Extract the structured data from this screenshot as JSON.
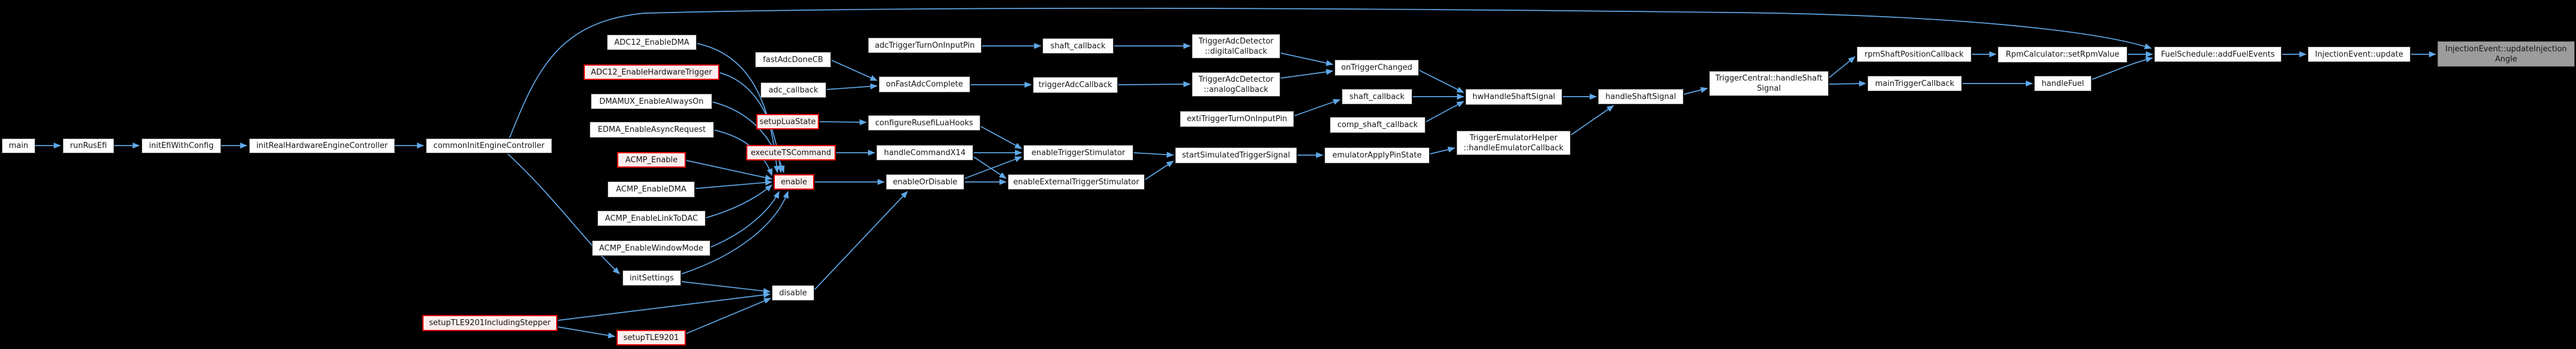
{
  "page": {
    "background": "#000000"
  },
  "colors": {
    "edge": "#5fa8e8",
    "node_fill": "#ffffff",
    "node_border": "#4d4d4d",
    "red_border": "#ee0000",
    "red_fill": "#fceeee",
    "focal_fill": "#9c9c9c",
    "text": "#151515"
  },
  "graph": {
    "type": "caller-graph",
    "focus_function": "InjectionEvent::updateInjectionAngle",
    "nodes": [
      {
        "id": "main",
        "label": "main",
        "kind": "plain"
      },
      {
        "id": "runRusEfi",
        "label": "runRusEfi",
        "kind": "plain"
      },
      {
        "id": "initEfiWithConfig",
        "label": "initEfiWithConfig",
        "kind": "plain"
      },
      {
        "id": "initRealHardwareEngineController",
        "label": "initRealHardwareEngineController",
        "kind": "plain"
      },
      {
        "id": "commonInitEngineController",
        "label": "commonInitEngineController",
        "kind": "plain"
      },
      {
        "id": "ADC12_EnableDMA",
        "label": "ADC12_EnableDMA",
        "kind": "plain"
      },
      {
        "id": "ADC12_EnableHardwareTrigger",
        "label": "ADC12_EnableHardwareTrigger",
        "kind": "red"
      },
      {
        "id": "DMAMUX_EnableAlwaysOn",
        "label": "DMAMUX_EnableAlwaysOn",
        "kind": "plain"
      },
      {
        "id": "EDMA_EnableAsyncRequest",
        "label": "EDMA_EnableAsyncRequest",
        "kind": "plain"
      },
      {
        "id": "ACMP_Enable",
        "label": "ACMP_Enable",
        "kind": "red"
      },
      {
        "id": "ACMP_EnableDMA",
        "label": "ACMP_EnableDMA",
        "kind": "plain"
      },
      {
        "id": "ACMP_EnableLinkToDAC",
        "label": "ACMP_EnableLinkToDAC",
        "kind": "plain"
      },
      {
        "id": "ACMP_EnableWindowMode",
        "label": "ACMP_EnableWindowMode",
        "kind": "plain"
      },
      {
        "id": "initSettings",
        "label": "initSettings",
        "kind": "plain"
      },
      {
        "id": "setupTLE9201IncludingStepper",
        "label": "setupTLE9201IncludingStepper",
        "kind": "red"
      },
      {
        "id": "setupTLE9201",
        "label": "setupTLE9201",
        "kind": "red"
      },
      {
        "id": "fastAdcDoneCB",
        "label": "fastAdcDoneCB",
        "kind": "plain"
      },
      {
        "id": "adc_callback",
        "label": "adc_callback",
        "kind": "plain"
      },
      {
        "id": "setupLuaState",
        "label": "setupLuaState",
        "kind": "red"
      },
      {
        "id": "executeTSCommand",
        "label": "executeTSCommand",
        "kind": "red"
      },
      {
        "id": "enable",
        "label": "enable",
        "kind": "red"
      },
      {
        "id": "disable",
        "label": "disable",
        "kind": "plain"
      },
      {
        "id": "adcTriggerTurnOnInputPin",
        "label": "adcTriggerTurnOnInputPin",
        "kind": "plain"
      },
      {
        "id": "onFastAdcComplete",
        "label": "onFastAdcComplete",
        "kind": "plain"
      },
      {
        "id": "configureRusefiLuaHooks",
        "label": "configureRusefiLuaHooks",
        "kind": "plain"
      },
      {
        "id": "handleCommandX14",
        "label": "handleCommandX14",
        "kind": "plain"
      },
      {
        "id": "enableOrDisable",
        "label": "enableOrDisable",
        "kind": "plain"
      },
      {
        "id": "shaft_callback_1",
        "label": "shaft_callback",
        "kind": "plain"
      },
      {
        "id": "triggerAdcCallback",
        "label": "triggerAdcCallback",
        "kind": "plain"
      },
      {
        "id": "enableTriggerStimulator",
        "label": "enableTriggerStimulator",
        "kind": "plain"
      },
      {
        "id": "enableExternalTriggerStimulator",
        "label": "enableExternalTriggerStimulator",
        "kind": "plain"
      },
      {
        "id": "digitalCallback",
        "label": "TriggerAdcDetector\n::digitalCallback",
        "kind": "plain"
      },
      {
        "id": "analogCallback",
        "label": "TriggerAdcDetector\n::analogCallback",
        "kind": "plain"
      },
      {
        "id": "extiTriggerTurnOnInputPin",
        "label": "extiTriggerTurnOnInputPin",
        "kind": "plain"
      },
      {
        "id": "startSimulatedTriggerSignal",
        "label": "startSimulatedTriggerSignal",
        "kind": "plain"
      },
      {
        "id": "onTriggerChanged",
        "label": "onTriggerChanged",
        "kind": "plain"
      },
      {
        "id": "shaft_callback_2",
        "label": "shaft_callback",
        "kind": "plain"
      },
      {
        "id": "comp_shaft_callback",
        "label": "comp_shaft_callback",
        "kind": "plain"
      },
      {
        "id": "emulatorApplyPinState",
        "label": "emulatorApplyPinState",
        "kind": "plain"
      },
      {
        "id": "hwHandleShaftSignal",
        "label": "hwHandleShaftSignal",
        "kind": "plain"
      },
      {
        "id": "handleEmulatorCallback",
        "label": "TriggerEmulatorHelper\n::handleEmulatorCallback",
        "kind": "plain"
      },
      {
        "id": "handleShaftSignal",
        "label": "handleShaftSignal",
        "kind": "plain"
      },
      {
        "id": "TriggerCentral_handleShaftSignal",
        "label": "TriggerCentral::handleShaft\nSignal",
        "kind": "plain"
      },
      {
        "id": "rpmShaftPositionCallback",
        "label": "rpmShaftPositionCallback",
        "kind": "plain"
      },
      {
        "id": "RpmCalculator_setRpmValue",
        "label": "RpmCalculator::setRpmValue",
        "kind": "plain"
      },
      {
        "id": "mainTriggerCallback",
        "label": "mainTriggerCallback",
        "kind": "plain"
      },
      {
        "id": "handleFuel",
        "label": "handleFuel",
        "kind": "plain"
      },
      {
        "id": "FuelSchedule_addFuelEvents",
        "label": "FuelSchedule::addFuelEvents",
        "kind": "plain"
      },
      {
        "id": "InjectionEvent_update",
        "label": "InjectionEvent::update",
        "kind": "plain"
      },
      {
        "id": "focal",
        "label": "InjectionEvent::updateInjection\nAngle",
        "kind": "focal"
      }
    ],
    "edges": [
      {
        "from": "main",
        "to": "runRusEfi"
      },
      {
        "from": "runRusEfi",
        "to": "initEfiWithConfig"
      },
      {
        "from": "initEfiWithConfig",
        "to": "initRealHardwareEngineController"
      },
      {
        "from": "initRealHardwareEngineController",
        "to": "commonInitEngineController"
      },
      {
        "from": "commonInitEngineController",
        "to": "FuelSchedule_addFuelEvents"
      },
      {
        "from": "commonInitEngineController",
        "to": "initSettings"
      },
      {
        "from": "ADC12_EnableDMA",
        "to": "enable"
      },
      {
        "from": "ADC12_EnableHardwareTrigger",
        "to": "enable"
      },
      {
        "from": "DMAMUX_EnableAlwaysOn",
        "to": "enable"
      },
      {
        "from": "EDMA_EnableAsyncRequest",
        "to": "enable"
      },
      {
        "from": "ACMP_Enable",
        "to": "enable"
      },
      {
        "from": "ACMP_EnableDMA",
        "to": "enable"
      },
      {
        "from": "ACMP_EnableLinkToDAC",
        "to": "enable"
      },
      {
        "from": "ACMP_EnableWindowMode",
        "to": "enable"
      },
      {
        "from": "initSettings",
        "to": "enable"
      },
      {
        "from": "initSettings",
        "to": "disable"
      },
      {
        "from": "setupTLE9201IncludingStepper",
        "to": "disable"
      },
      {
        "from": "setupTLE9201IncludingStepper",
        "to": "setupTLE9201"
      },
      {
        "from": "setupTLE9201",
        "to": "disable"
      },
      {
        "from": "enable",
        "to": "enableOrDisable"
      },
      {
        "from": "disable",
        "to": "enableOrDisable"
      },
      {
        "from": "setupLuaState",
        "to": "configureRusefiLuaHooks"
      },
      {
        "from": "executeTSCommand",
        "to": "handleCommandX14"
      },
      {
        "from": "configureRusefiLuaHooks",
        "to": "enableTriggerStimulator"
      },
      {
        "from": "handleCommandX14",
        "to": "enableTriggerStimulator"
      },
      {
        "from": "handleCommandX14",
        "to": "enableExternalTriggerStimulator"
      },
      {
        "from": "enableOrDisable",
        "to": "enableTriggerStimulator"
      },
      {
        "from": "enableOrDisable",
        "to": "enableExternalTriggerStimulator"
      },
      {
        "from": "enableTriggerStimulator",
        "to": "startSimulatedTriggerSignal"
      },
      {
        "from": "enableExternalTriggerStimulator",
        "to": "startSimulatedTriggerSignal"
      },
      {
        "from": "startSimulatedTriggerSignal",
        "to": "emulatorApplyPinState"
      },
      {
        "from": "fastAdcDoneCB",
        "to": "onFastAdcComplete"
      },
      {
        "from": "adc_callback",
        "to": "onFastAdcComplete"
      },
      {
        "from": "adcTriggerTurnOnInputPin",
        "to": "shaft_callback_1"
      },
      {
        "from": "onFastAdcComplete",
        "to": "triggerAdcCallback"
      },
      {
        "from": "shaft_callback_1",
        "to": "digitalCallback"
      },
      {
        "from": "triggerAdcCallback",
        "to": "analogCallback"
      },
      {
        "from": "digitalCallback",
        "to": "onTriggerChanged"
      },
      {
        "from": "analogCallback",
        "to": "onTriggerChanged"
      },
      {
        "from": "extiTriggerTurnOnInputPin",
        "to": "shaft_callback_2"
      },
      {
        "from": "onTriggerChanged",
        "to": "hwHandleShaftSignal"
      },
      {
        "from": "shaft_callback_2",
        "to": "hwHandleShaftSignal"
      },
      {
        "from": "comp_shaft_callback",
        "to": "hwHandleShaftSignal"
      },
      {
        "from": "emulatorApplyPinState",
        "to": "handleEmulatorCallback"
      },
      {
        "from": "hwHandleShaftSignal",
        "to": "handleShaftSignal"
      },
      {
        "from": "handleEmulatorCallback",
        "to": "handleShaftSignal"
      },
      {
        "from": "handleShaftSignal",
        "to": "TriggerCentral_handleShaftSignal"
      },
      {
        "from": "TriggerCentral_handleShaftSignal",
        "to": "rpmShaftPositionCallback"
      },
      {
        "from": "TriggerCentral_handleShaftSignal",
        "to": "mainTriggerCallback"
      },
      {
        "from": "rpmShaftPositionCallback",
        "to": "RpmCalculator_setRpmValue"
      },
      {
        "from": "RpmCalculator_setRpmValue",
        "to": "FuelSchedule_addFuelEvents"
      },
      {
        "from": "mainTriggerCallback",
        "to": "handleFuel"
      },
      {
        "from": "handleFuel",
        "to": "FuelSchedule_addFuelEvents"
      },
      {
        "from": "FuelSchedule_addFuelEvents",
        "to": "InjectionEvent_update"
      },
      {
        "from": "InjectionEvent_update",
        "to": "focal"
      }
    ]
  }
}
